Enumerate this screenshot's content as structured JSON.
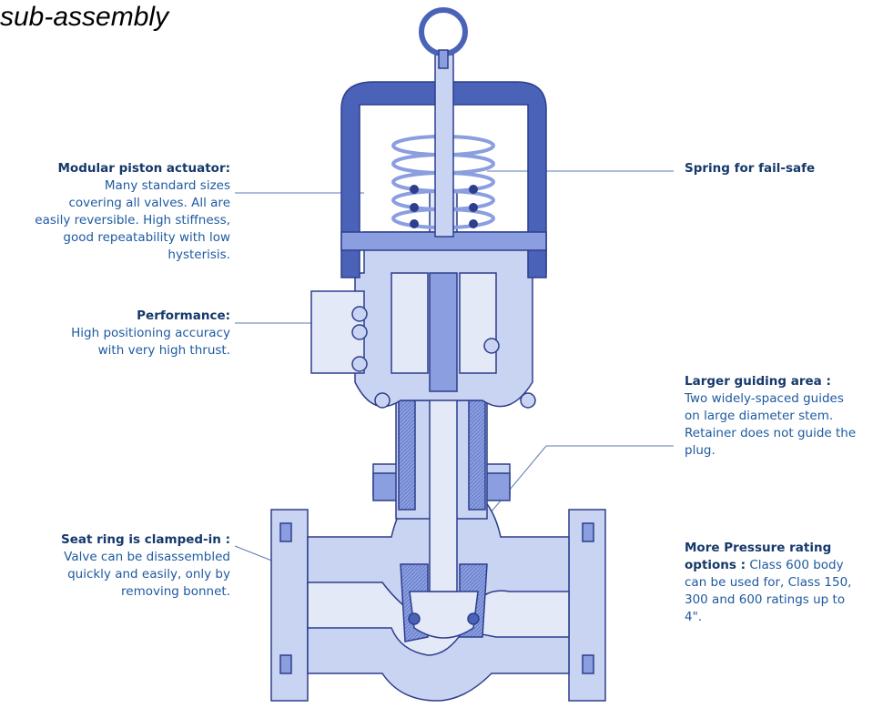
{
  "title": "sub-assembly",
  "callouts": {
    "actuator": {
      "heading": "Modular piston actuator:",
      "lines": [
        "Many standard sizes",
        "covering all valves. All are",
        "easily reversible. High stiffness,",
        "good repeatability with low",
        "hysterisis."
      ]
    },
    "performance": {
      "heading": "Performance:",
      "lines": [
        "High positioning accuracy",
        "with very high thrust."
      ]
    },
    "seat": {
      "heading": "Seat ring is clamped-in :",
      "lines": [
        "Valve can be disassembled",
        "quickly and easily, only by",
        "removing bonnet."
      ]
    },
    "spring": {
      "heading": "Spring for fail-safe"
    },
    "guiding": {
      "heading": "Larger guiding area :",
      "lines": [
        "Two widely-spaced guides",
        "on large diameter stem.",
        "Retainer does not guide the",
        "plug."
      ]
    },
    "pressure": {
      "heading_line1": "More Pressure rating",
      "heading_line2": "options :",
      "line2_rest": " Class 600 body",
      "lines": [
        "can be used for, Class 150,",
        "300 and 600 ratings up to",
        "4\"."
      ]
    }
  },
  "colors": {
    "dark_blue": "#4a62b8",
    "mid_blue": "#8a9ee0",
    "light_blue": "#c9d3f2",
    "very_light": "#e4e9f8",
    "outline": "#2d3e8c",
    "leader": "#5a7ab4"
  }
}
